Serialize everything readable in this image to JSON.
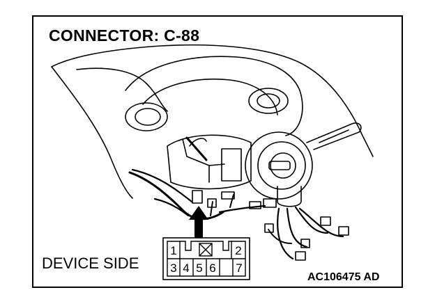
{
  "title": "CONNECTOR: C-88",
  "device_side_label": "DEVICE SIDE",
  "reference_code": "AC106475 AD",
  "connector": {
    "top_row": [
      "1",
      "2"
    ],
    "bottom_row": [
      "3",
      "4",
      "5",
      "6",
      "7"
    ]
  }
}
